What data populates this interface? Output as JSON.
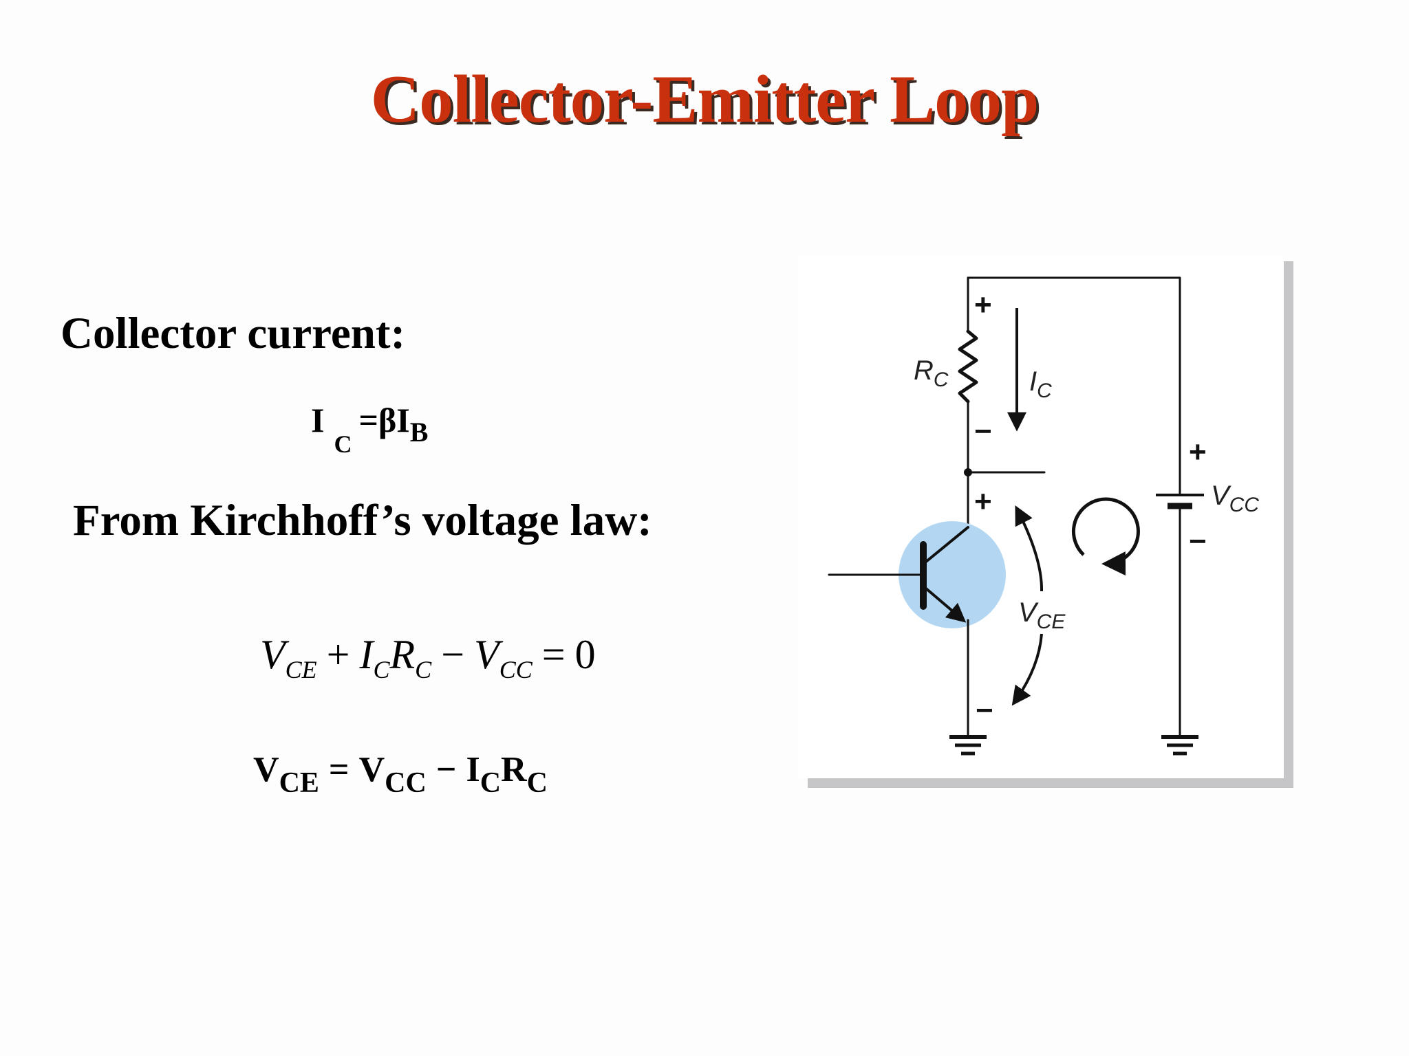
{
  "slide": {
    "title": "Collector-Emitter Loop",
    "collector_heading": "Collector current:",
    "kirchhoff_heading": "From Kirchhoff’s voltage law:"
  },
  "equations": {
    "ic": {
      "lhs": "I",
      "lhs_sub": "C",
      "rhs": "=βI",
      "rhs_sub": "B"
    },
    "kvl": {
      "t1": "V",
      "t1_sub": "CE",
      "op1": "+",
      "t2": "I",
      "t2_sub": "C",
      "t3": "R",
      "t3_sub": "C",
      "op2": "−",
      "t4": "V",
      "t4_sub": "CC",
      "op3": "=",
      "t5": "0"
    },
    "vce": {
      "t1": "V",
      "t1_sub": "CE",
      "op1": "=",
      "t2": "V",
      "t2_sub": "CC",
      "op2": "−",
      "t3": "I",
      "t3_sub": "C",
      "t4": "R",
      "t4_sub": "C"
    }
  },
  "circuit": {
    "rc_label": "R",
    "rc_sub": "C",
    "ic_label": "I",
    "ic_sub": "C",
    "vcc_label": "V",
    "vcc_sub": "CC",
    "vce_label": "V",
    "vce_sub": "CE",
    "plus": "+",
    "minus": "−",
    "colors": {
      "transistor_highlight": "#b3d7f2",
      "panel_shadow": "#c6c6c9",
      "wire": "#111111"
    }
  }
}
